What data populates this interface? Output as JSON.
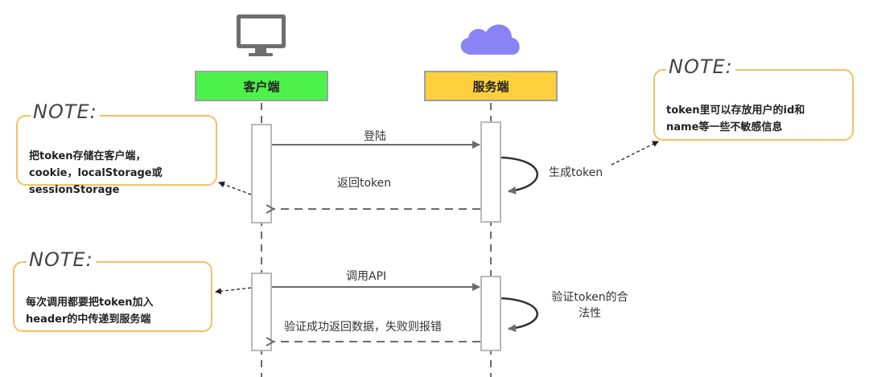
{
  "participants": {
    "client": {
      "label": "客户端",
      "color": "#4cf24a",
      "icon": "monitor-icon"
    },
    "server": {
      "label": "服务端",
      "color": "#fcd03c",
      "icon": "cloud-icon"
    }
  },
  "messages": {
    "login": "登陆",
    "return_token": "返回token",
    "generate_token": "生成token",
    "call_api": "调用API",
    "verify_token": "验证token的合\n法性",
    "verify_result": "验证成功返回数据，失败则报错"
  },
  "notes": {
    "left_top": {
      "title": "NOTE:",
      "text": "把token存储在客户端，\ncookie，localStorage或\nsessionStorage"
    },
    "left_bottom": {
      "title": "NOTE:",
      "text": "每次调用都要把token加入\nheader的中传递到服务端"
    },
    "right_top": {
      "title": "NOTE:",
      "text": "token里可以存放用户的id和\nname等一些不敏感信息"
    }
  },
  "colors": {
    "note_border": "#f5c063",
    "cloud": "#8b82f5",
    "monitor": "#666666",
    "line": "#6b6b6b",
    "activation_border": "#b8b8b8"
  }
}
